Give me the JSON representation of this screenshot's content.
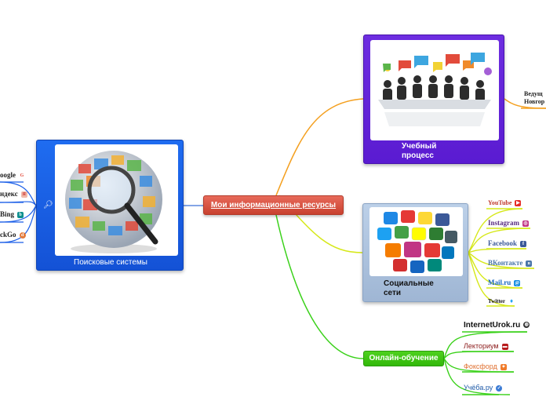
{
  "central": {
    "label": "Мои информационные ресурсы"
  },
  "search": {
    "caption": "Поисковые системы",
    "items": [
      "oogle",
      "ндекс",
      "Bing",
      "ckGo"
    ]
  },
  "study": {
    "caption_line1": "Учебный",
    "caption_line2": "процесс",
    "child_line1": "Ведущ",
    "child_line2": "Новгор"
  },
  "social": {
    "caption_line1": "Социальные",
    "caption_line2": "сети",
    "items": [
      "YouTube",
      "Instagram",
      "Facebook",
      "ВКонтакте",
      "Mail.ru",
      "Twitter"
    ]
  },
  "online": {
    "label": "Онлайн-обучение",
    "items": [
      "InternetUrok.ru",
      "Лекториум",
      "Фоксфорд",
      "Учёба.ру"
    ]
  },
  "colors": {
    "central": "#d2503d",
    "search": "#1a5ee8",
    "study": "#6424d8",
    "social": "#aac0dc",
    "online": "#3ec414",
    "branch_orange": "#f4a020",
    "branch_yellow": "#d6e81a",
    "branch_green": "#3ad11a"
  }
}
